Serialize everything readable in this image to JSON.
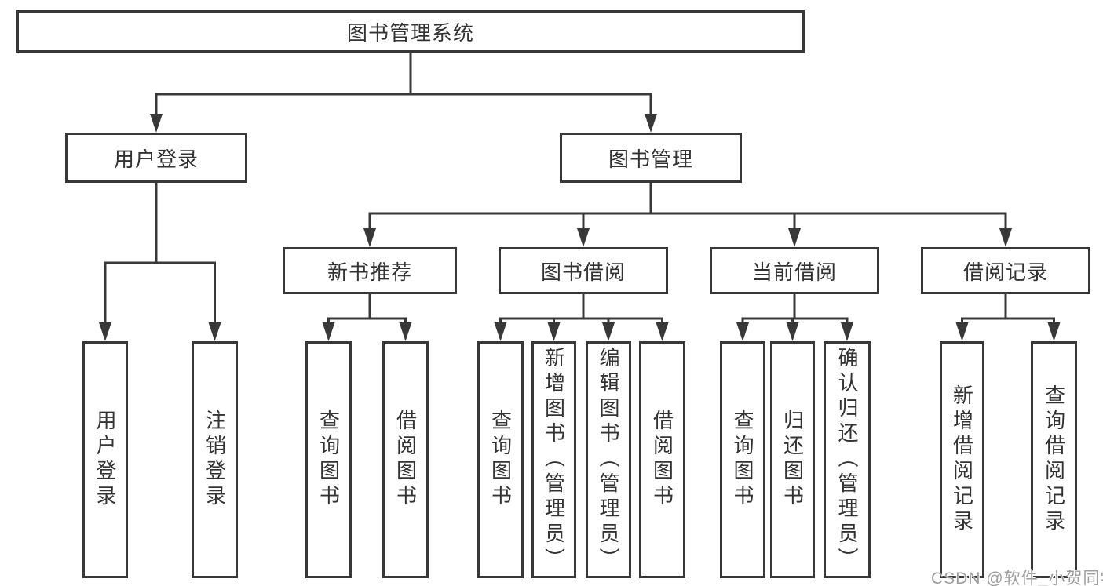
{
  "colors": {
    "line": "#383838",
    "border": "#383838",
    "text": "#333333",
    "background": "#ffffff",
    "watermark": "#9e9e9e"
  },
  "nodes": {
    "root": {
      "label": "图书管理系统"
    },
    "user_login": {
      "label": "用户登录",
      "parent": "图书管理系统"
    },
    "book_management": {
      "label": "图书管理",
      "parent": "图书管理系统"
    },
    "new_book_recommend": {
      "label": "新书推荐",
      "parent": "图书管理"
    },
    "book_borrow": {
      "label": "图书借阅",
      "parent": "图书管理"
    },
    "current_borrow": {
      "label": "当前借阅",
      "parent": "图书管理"
    },
    "borrow_record": {
      "label": "借阅记录",
      "parent": "图书管理"
    },
    "leaves": [
      {
        "label": "用户登录",
        "parent": "用户登录"
      },
      {
        "label": "注销登录",
        "parent": "用户登录"
      },
      {
        "label": "查询图书",
        "parent": "新书推荐"
      },
      {
        "label": "借阅图书",
        "parent": "新书推荐"
      },
      {
        "label": "查询图书",
        "parent": "图书借阅"
      },
      {
        "label": "新增图书（管理员）",
        "parent": "图书借阅"
      },
      {
        "label": "编辑图书（管理员）",
        "parent": "图书借阅"
      },
      {
        "label": "借阅图书",
        "parent": "图书借阅"
      },
      {
        "label": "查询图书",
        "parent": "当前借阅"
      },
      {
        "label": "归还图书",
        "parent": "当前借阅"
      },
      {
        "label": "确认归还（管理员）",
        "parent": "当前借阅"
      },
      {
        "label": "新增借阅记录",
        "parent": "借阅记录"
      },
      {
        "label": "查询借阅记录",
        "parent": "借阅记录"
      }
    ]
  },
  "watermark": {
    "text": "CSDN @软件_小贺同学"
  }
}
